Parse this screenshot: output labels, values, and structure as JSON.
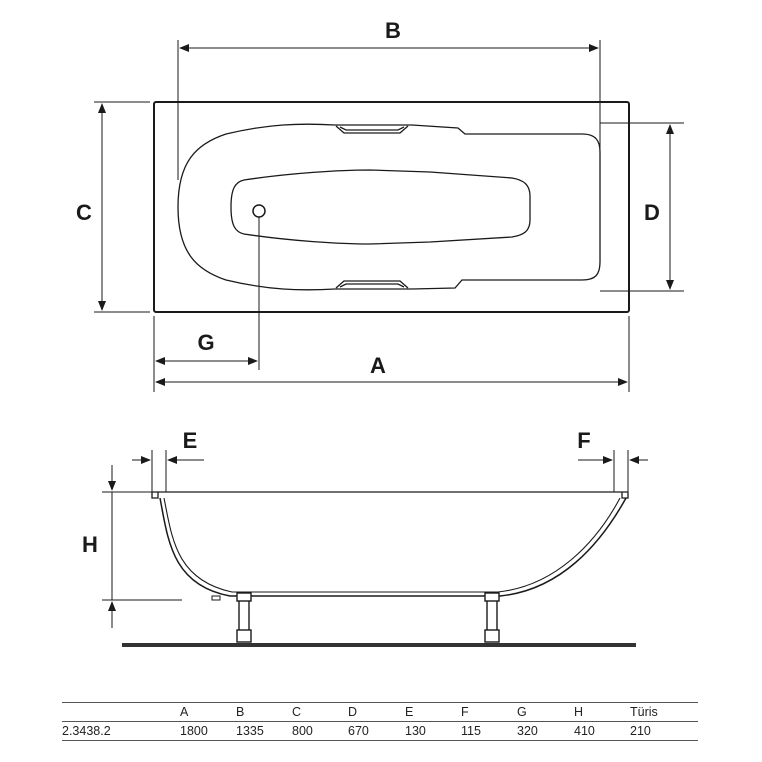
{
  "labels": {
    "A": "A",
    "B": "B",
    "C": "C",
    "D": "D",
    "E": "E",
    "F": "F",
    "G": "G",
    "H": "H"
  },
  "table": {
    "headers": [
      "",
      "A",
      "B",
      "C",
      "D",
      "E",
      "F",
      "G",
      "H",
      "Türis"
    ],
    "rows": [
      [
        "2.3438.2",
        "1800",
        "1335",
        "800",
        "670",
        "130",
        "115",
        "320",
        "410",
        "210"
      ]
    ]
  },
  "colors": {
    "line": "#1a1a1a",
    "floor": "#333333"
  }
}
